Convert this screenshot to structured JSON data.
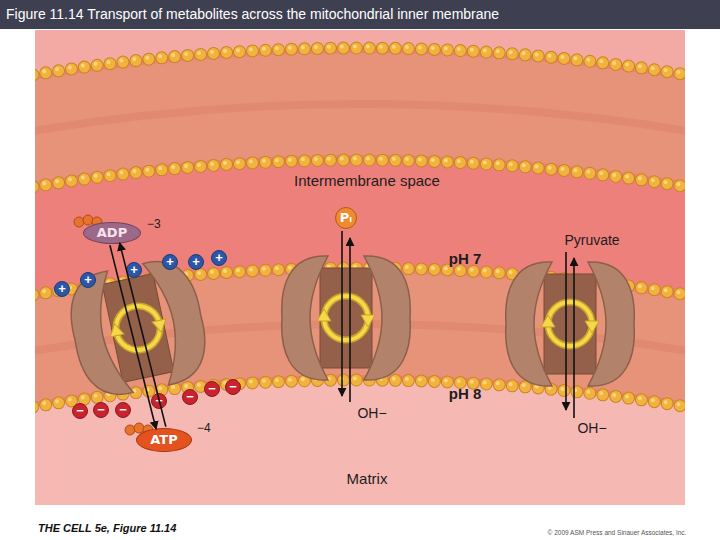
{
  "diagram": {
    "title": "Figure 11.14 Transport of metabolites across the mitochondrial inner membrane",
    "caption": "THE CELL 5e, Figure 11.14",
    "nodes": [
      {
        "text": [
          "ADP",
          "−3"
        ]
      },
      {
        "text": [
          "Pᵢ"
        ]
      },
      {
        "text": [
          "ATP",
          "−4"
        ]
      }
    ],
    "edges": [
      {
        "from": 2,
        "to": 0,
        "arrow": "to"
      },
      {
        "from": 0,
        "to": 2,
        "arrow": "to"
      }
    ],
    "labels": [
      "Intermembrane space",
      "+",
      "+",
      "+",
      "+",
      "+",
      "+",
      "pH 7",
      "Pyruvate",
      "−",
      "−",
      "−",
      "−",
      "−",
      "−",
      "−",
      "pH 8",
      "OH−",
      "OH−",
      "Matrix",
      "© 2009 ASM Press and Sinauer Associates, Inc."
    ]
  }
}
